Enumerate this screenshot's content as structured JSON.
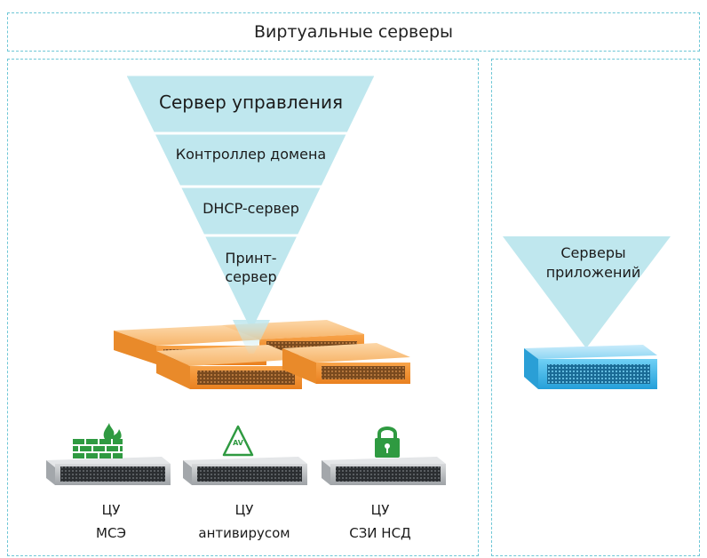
{
  "title": "Виртуальные серверы",
  "funnel_left": {
    "levels": [
      {
        "label": "Сервер управления"
      },
      {
        "label": "Контроллер домена"
      },
      {
        "label": "DHCP-сервер"
      },
      {
        "label": "Принт-сервер"
      }
    ]
  },
  "funnel_right": {
    "label": "Серверы приложений"
  },
  "bottom_items": [
    {
      "line1": "ЦУ",
      "line2": "МСЭ",
      "icon": "firewall-icon"
    },
    {
      "line1": "ЦУ",
      "line2": "антивирусом",
      "icon": "antivirus-icon",
      "badge": "AV"
    },
    {
      "line1": "ЦУ",
      "line2": "СЗИ НСД",
      "icon": "lock-icon"
    }
  ],
  "colors": {
    "frame": "#6ec7d6",
    "funnel": "#bfe7ee",
    "funnel_line": "#ffffff",
    "orange_server": "#f59a3a",
    "blue_server": "#3fb3e6",
    "icon_green": "#2f9a41"
  }
}
